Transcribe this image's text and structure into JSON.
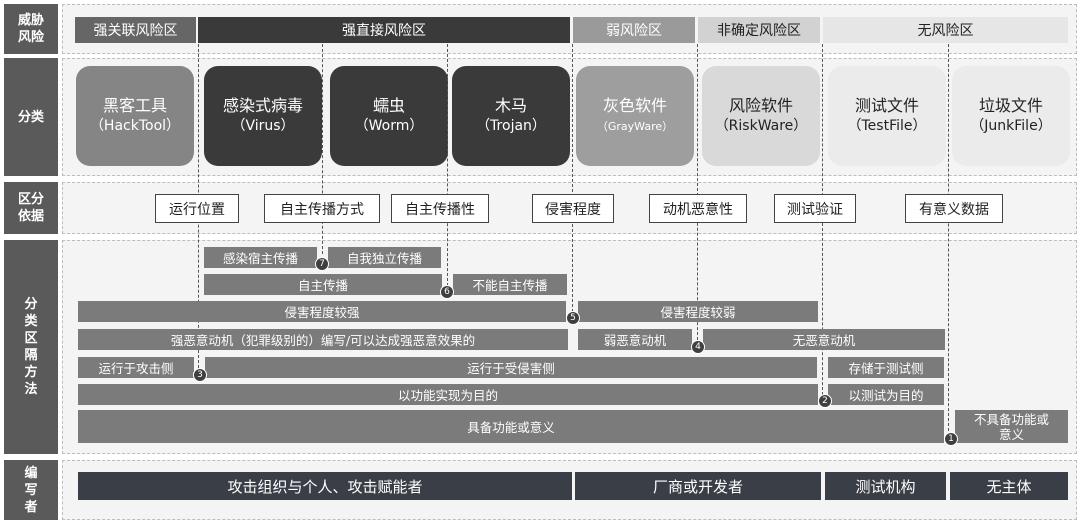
{
  "row_labels": {
    "threat": "威胁\n风险",
    "category": "分类",
    "basis": "区分\n依据",
    "method": "分\n类\n区\n隔\n方\n法",
    "author": "编\n写\n者"
  },
  "zones": [
    "强关联风险区",
    "强直接风险区",
    "弱风险区",
    "非确定风险区",
    "无风险区"
  ],
  "categories": [
    {
      "cn": "黑客工具",
      "en": "（HackTool）"
    },
    {
      "cn": "感染式病毒",
      "en": "（Virus）"
    },
    {
      "cn": "蠕虫",
      "en": "（Worm）"
    },
    {
      "cn": "木马",
      "en": "（Trojan）"
    },
    {
      "cn": "灰色软件",
      "en": "（GrayWare）"
    },
    {
      "cn": "风险软件",
      "en": "（RiskWare）"
    },
    {
      "cn": "测试文件",
      "en": "（TestFile）"
    },
    {
      "cn": "垃圾文件",
      "en": "（JunkFile）"
    }
  ],
  "basis": [
    "运行位置",
    "自主传播方式",
    "自主传播性",
    "侵害程度",
    "动机恶意性",
    "测试验证",
    "有意义数据"
  ],
  "bars": {
    "infect_host": "感染宿主传播",
    "self_independent": "自我独立传播",
    "self_spread": "自主传播",
    "no_self_spread": "不能自主传播",
    "harm_strong": "侵害程度较强",
    "harm_weak": "侵害程度较弱",
    "strong_malice": "强恶意动机（犯罪级别的）编写/可以达成强恶意效果的",
    "weak_malice": "弱恶意动机",
    "no_malice": "无恶意动机",
    "attack_side": "运行于攻击侧",
    "victim_side": "运行于受侵害侧",
    "test_side": "存储于测试侧",
    "function_purpose": "以功能实现为目的",
    "test_purpose": "以测试为目的",
    "has_function": "具备功能或意义",
    "no_function": "不具备功能或\n意义"
  },
  "markers": [
    "1",
    "2",
    "3",
    "4",
    "5",
    "6",
    "7"
  ],
  "authors": [
    "攻击组织与个人、攻击赋能者",
    "厂商或开发者",
    "测试机构",
    "无主体"
  ]
}
